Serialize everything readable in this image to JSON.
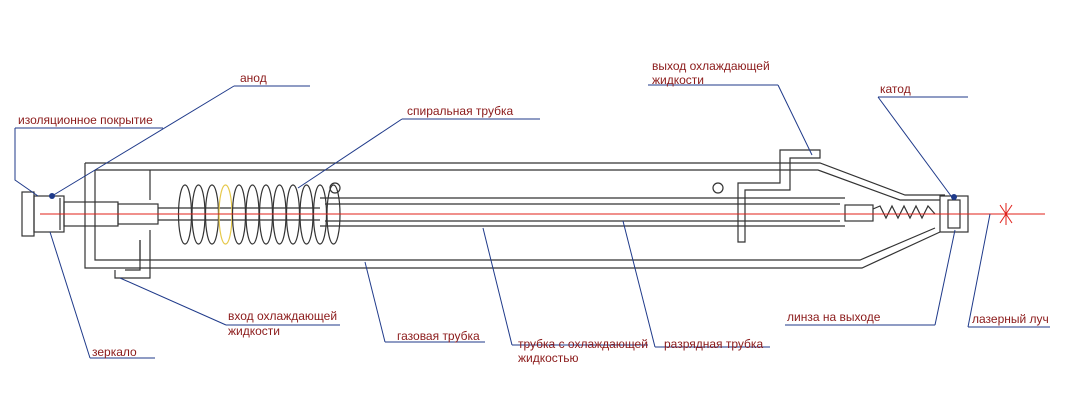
{
  "labels": {
    "anode": "анод",
    "insulation": "изоляционное покрытие",
    "spiral_tube": "спиральная трубка",
    "coolant_outlet_1": "выход охлаждающей",
    "coolant_outlet_2": "жидкости",
    "cathode": "катод",
    "coolant_inlet_1": "вход охлаждающей",
    "coolant_inlet_2": "жидкости",
    "mirror": "зеркало",
    "gas_tube": "газовая трубка",
    "cooling_tube_1": "трубка с охлаждающей",
    "cooling_tube_2": "жидкостью",
    "discharge_tube": "разрядная трубка",
    "output_lens": "линза на выходе",
    "laser_beam": "лазерный луч"
  },
  "colors": {
    "outline": "#333333",
    "leader": "#1f3a8a",
    "text": "#8b1a1a",
    "beam": "#e0201a",
    "coil_highlight": "#e6c84a"
  }
}
